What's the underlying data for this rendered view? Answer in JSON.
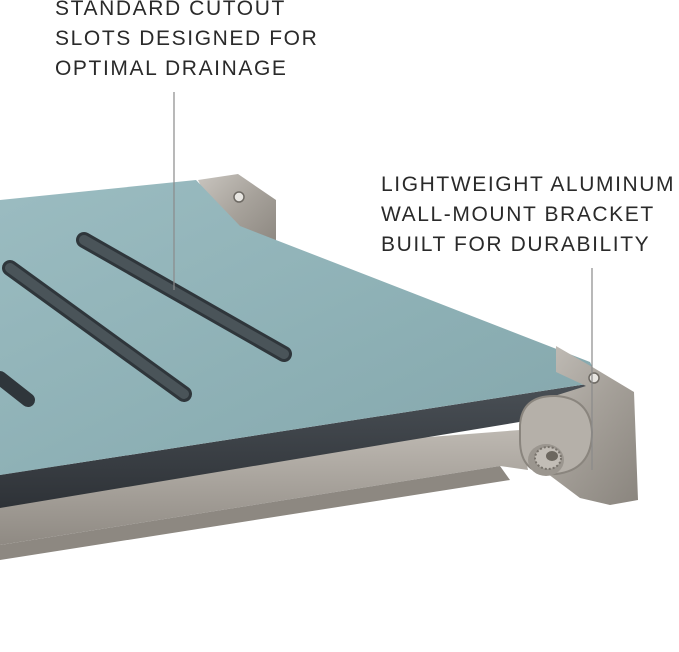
{
  "callouts": {
    "slots": {
      "lines": [
        "STANDARD CUTOUT",
        "SLOTS DESIGNED FOR",
        "OPTIMAL DRAINAGE"
      ]
    },
    "bracket": {
      "lines": [
        "LIGHTWEIGHT ALUMINUM",
        "WALL-MOUNT BRACKET",
        "BUILT FOR DURABILITY"
      ]
    }
  },
  "colors": {
    "seat_top": "#8fb1b6",
    "seat_edge_dark": "#3a3f45",
    "bracket_metal": "#a7a29c",
    "text": "#2a2a2a",
    "leader_line": "#8a8a8a"
  }
}
